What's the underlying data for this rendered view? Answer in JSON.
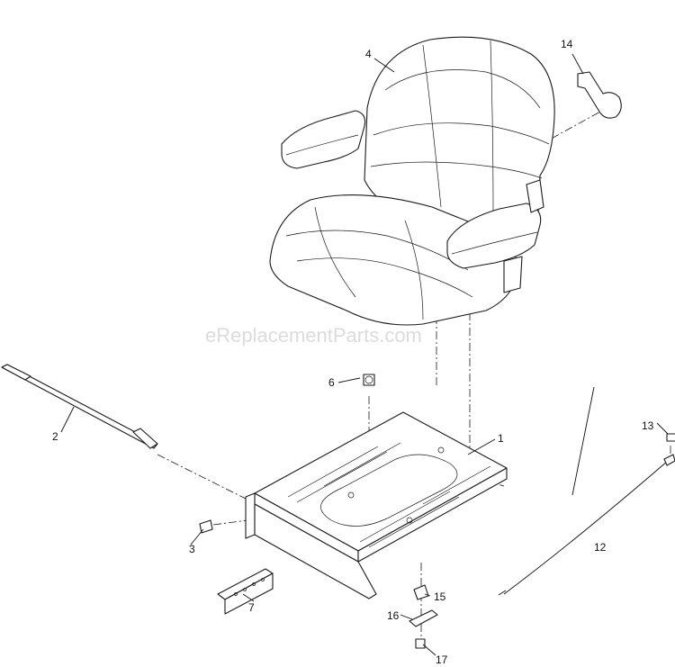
{
  "watermark": "eReplacementParts.com",
  "callouts": [
    "1",
    "2",
    "3",
    "4",
    "6",
    "7",
    "12",
    "13",
    "14",
    "15",
    "16",
    "17"
  ]
}
